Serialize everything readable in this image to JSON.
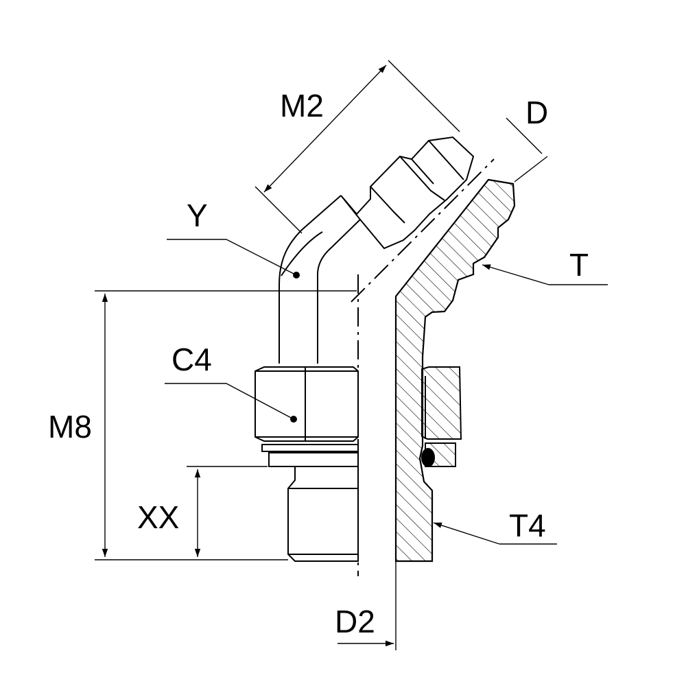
{
  "labels": {
    "m2": "M2",
    "d": "D",
    "y": "Y",
    "t": "T",
    "c4": "C4",
    "m8": "M8",
    "xx": "XX",
    "t4": "T4",
    "d2": "D2"
  }
}
